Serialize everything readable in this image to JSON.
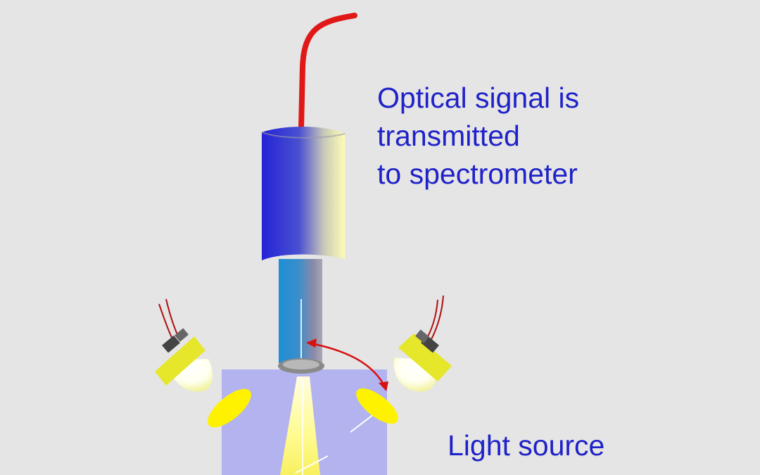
{
  "labels": {
    "signal_line1": "Optical signal is",
    "signal_line2": "transmitted",
    "signal_line3": "to spectrometer",
    "light_source": "Light source"
  },
  "colors": {
    "background": "#e5e5e5",
    "label_text": "#1f22c8",
    "fiber": "#e01818",
    "probe_body_left": "#2a2ad8",
    "probe_body_right": "#fbfbb0",
    "probe_tip": "#2a95d6",
    "angle_arrow": "#d81010",
    "lamp_housing": "#e8e828",
    "lamp_glow": "#fffff0",
    "sample_block": "#b4b4f0",
    "ellipse_spot": "#fff200"
  },
  "icons": [
    "optical-fiber",
    "probe-head",
    "lamp-left",
    "lamp-right",
    "angle-arrow",
    "sample-block"
  ]
}
